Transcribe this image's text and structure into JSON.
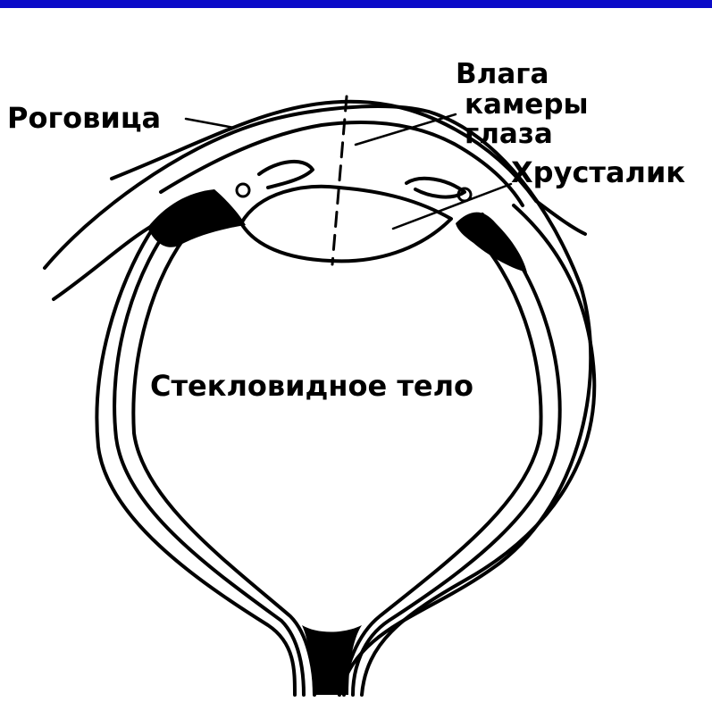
{
  "colors": {
    "top_bar": "#0b0bc8",
    "ink": "#000000",
    "background": "#ffffff"
  },
  "labels": {
    "cornea": "Роговица",
    "aqueous_line1": "Влага",
    "aqueous_line2": "камеры",
    "aqueous_line3": "глаза",
    "lens": "Хрусталик",
    "vitreous": "Стекловидное тело"
  }
}
